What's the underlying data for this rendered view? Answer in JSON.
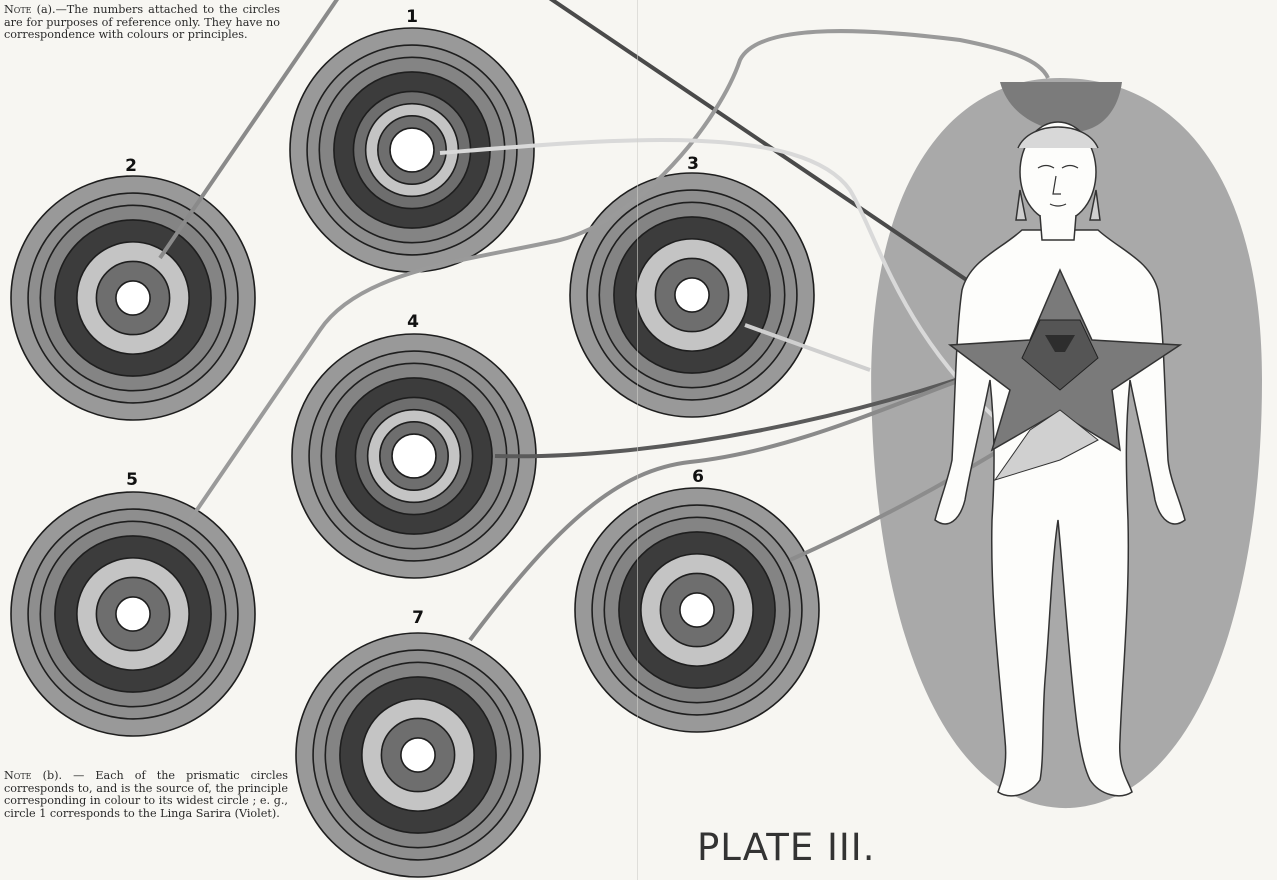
{
  "notes": {
    "a": {
      "lead": "Note",
      "label": "(a)",
      "text": ".—The numbers attached to the circles are for purposes of reference only. They have no correspondence with colours or principles."
    },
    "b": {
      "lead": "Note",
      "label": "(b)",
      "text": ". — Each of the prismatic circles corresponds to, and is the source of, the principle corresponding in colour to its widest circle ; e. g., circle 1 corresponds to the Linga Sarira (Violet)."
    }
  },
  "circles": [
    {
      "number": "1"
    },
    {
      "number": "2"
    },
    {
      "number": "3"
    },
    {
      "number": "4"
    },
    {
      "number": "5"
    },
    {
      "number": "6"
    },
    {
      "number": "7"
    }
  ],
  "plate_title": "PLATE III.",
  "colors": {
    "paper": "#f7f6f2",
    "aura": "#a9a9a9",
    "head_aura": "#7b7b7b",
    "ring_dark": "#3c3c3c",
    "ring_mid": "#6e6e6e",
    "ring_light": "#c4c4c4",
    "ring_outer": "#999999",
    "star": "#7a7a7a",
    "star_center": "#2d2d2d"
  }
}
